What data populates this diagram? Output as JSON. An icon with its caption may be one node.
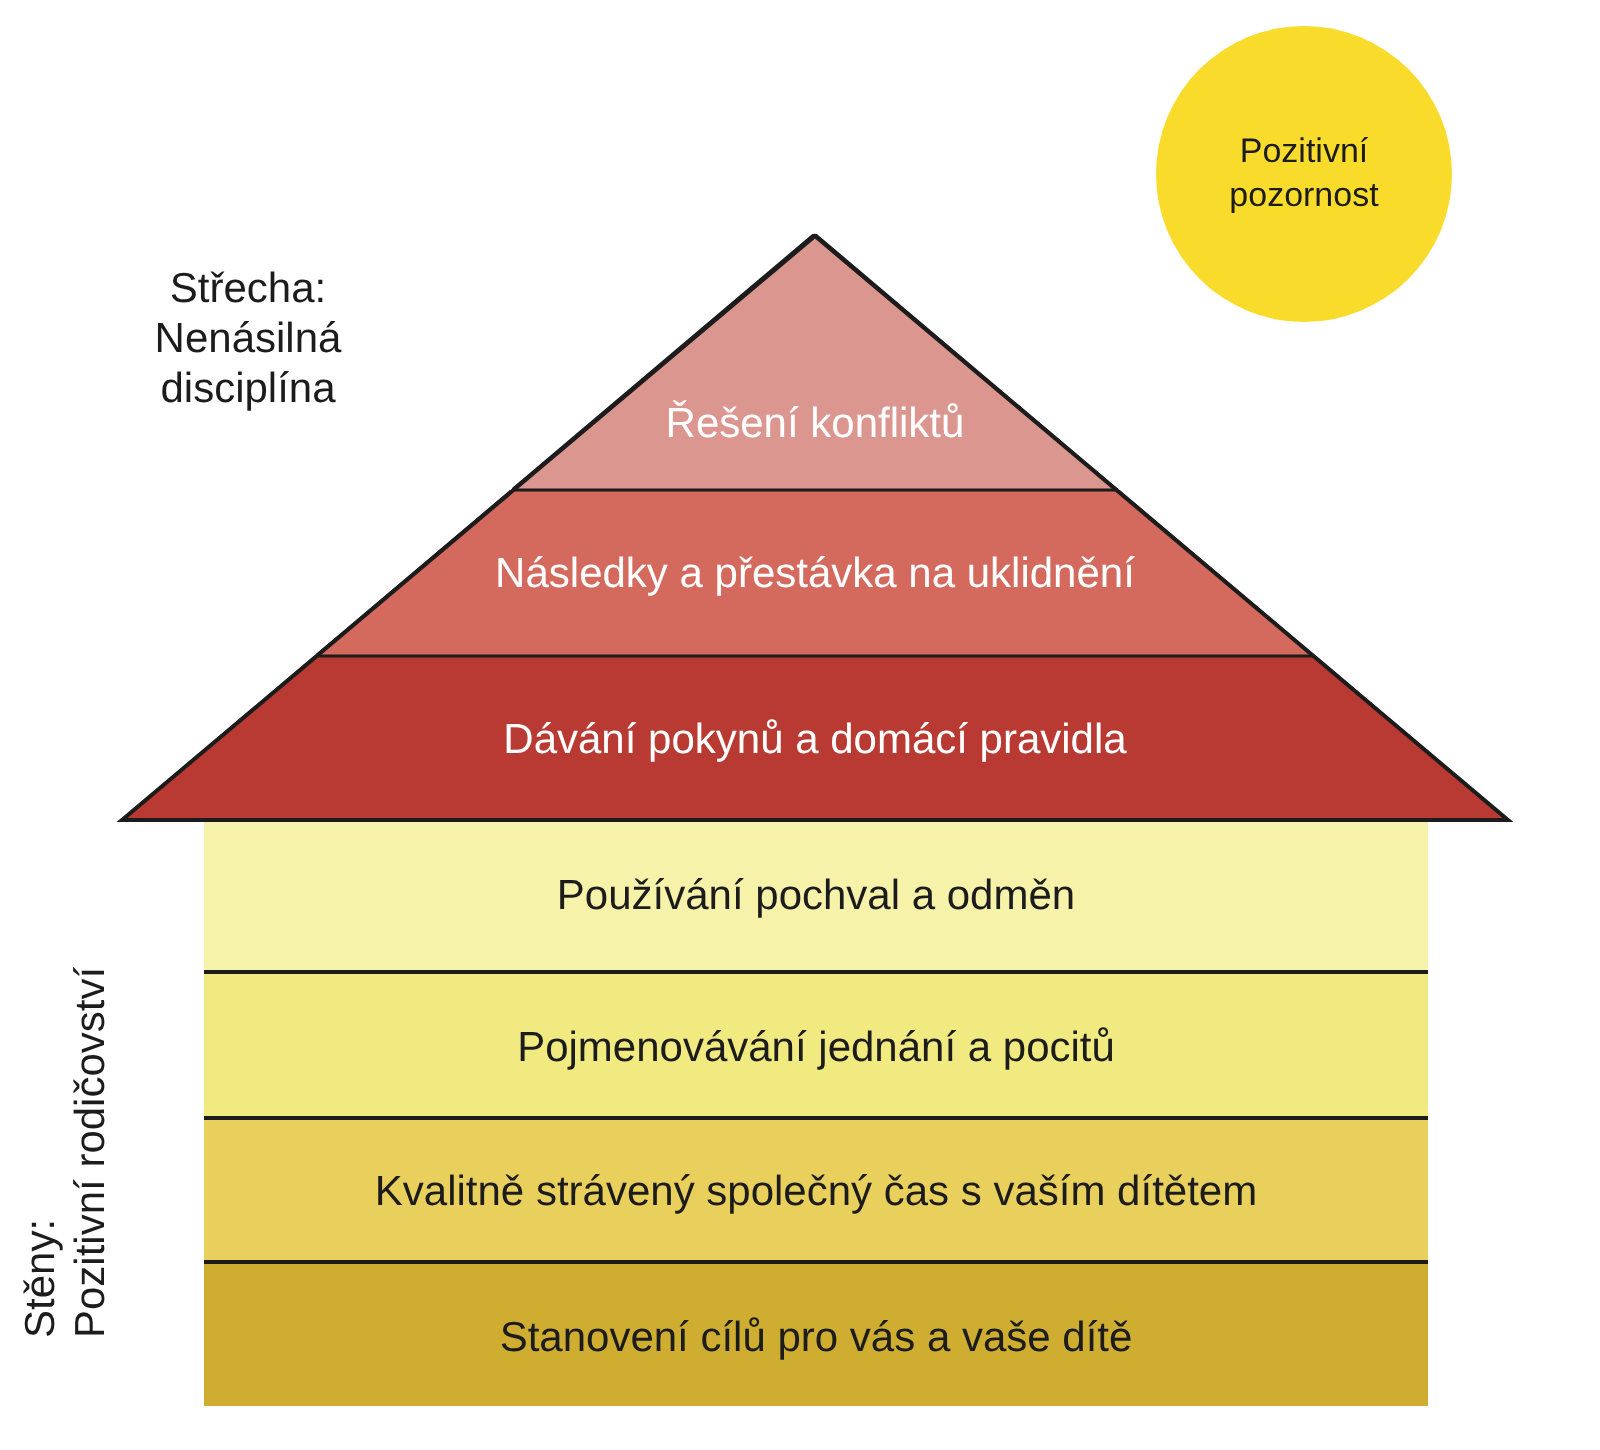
{
  "diagram": {
    "nodes": [
      {
        "text": [
          "Pozitivní pozornost"
        ]
      },
      {
        "text": [
          "Střecha:",
          "Nenásilná disciplína"
        ]
      },
      {
        "text": [
          "Řešení konfliktů"
        ],
        "in": 1
      },
      {
        "text": [
          "Následky a přestávka na uklidnění"
        ],
        "in": 1
      },
      {
        "text": [
          "Dávání pokynů a domácí pravidla"
        ],
        "in": 1
      },
      {
        "text": [
          "Stěny:",
          "Pozitivní rodičovství"
        ]
      },
      {
        "text": [
          "Používání pochval a odměn"
        ],
        "in": 5
      },
      {
        "text": [
          "Pojmenovávání jednání a pocitů"
        ],
        "in": 5
      },
      {
        "text": [
          "Kvalitně strávený společný čas s vaším dítětem"
        ],
        "in": 5
      },
      {
        "text": [
          "Stanovení cílů pro vás a vaše dítě"
        ],
        "in": 5
      }
    ]
  }
}
